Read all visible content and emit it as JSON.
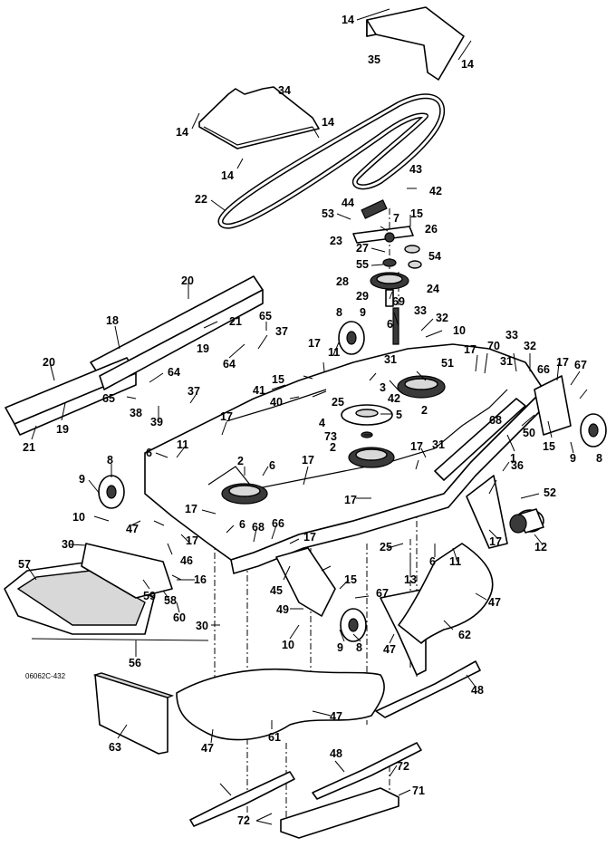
{
  "drawing_code": "06062C-432",
  "callouts": [
    "14",
    "35",
    "14",
    "34",
    "14",
    "14",
    "14",
    "22",
    "43",
    "42",
    "44",
    "53",
    "7",
    "15",
    "26",
    "23",
    "27",
    "54",
    "55",
    "28",
    "24",
    "29",
    "69",
    "20",
    "18",
    "21",
    "65",
    "19",
    "37",
    "64",
    "8",
    "9",
    "6",
    "33",
    "32",
    "10",
    "11",
    "17",
    "70",
    "31",
    "42",
    "51",
    "3",
    "25",
    "5",
    "2",
    "4",
    "73",
    "41",
    "40",
    "15",
    "66",
    "67",
    "20",
    "64",
    "65",
    "38",
    "39",
    "37",
    "21",
    "19",
    "17",
    "11",
    "6",
    "17",
    "68",
    "50",
    "15",
    "9",
    "8",
    "2",
    "6",
    "17",
    "17",
    "36",
    "52",
    "12",
    "8",
    "9",
    "10",
    "47",
    "17",
    "6",
    "68",
    "66",
    "17",
    "30",
    "57",
    "59",
    "58",
    "16",
    "46",
    "17",
    "15",
    "67",
    "25",
    "6",
    "11",
    "13",
    "45",
    "49",
    "10",
    "9",
    "8",
    "47",
    "62",
    "30",
    "60",
    "56",
    "61",
    "47",
    "48",
    "47",
    "63",
    "48",
    "72",
    "71",
    "72",
    "17",
    "31",
    "2",
    "17",
    "1",
    "33",
    "31",
    "32",
    "47",
    "17"
  ]
}
